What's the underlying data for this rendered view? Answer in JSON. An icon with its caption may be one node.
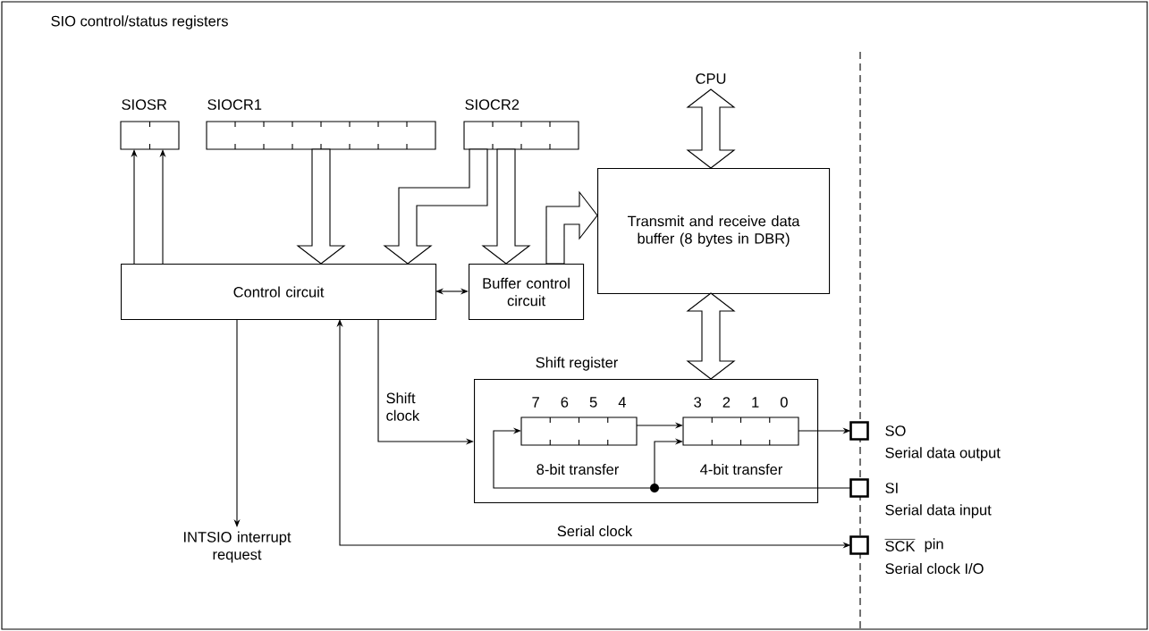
{
  "diagram": {
    "nodes": [
      {
        "text": [
          "SIOSR"
        ]
      },
      {
        "text": [
          "SIOCR1"
        ]
      },
      {
        "text": [
          "SIOCR2"
        ]
      },
      {
        "text": [
          "CPU"
        ]
      },
      {
        "text": [
          "Control circuit"
        ]
      },
      {
        "text": [
          "Buffer control circuit"
        ]
      },
      {
        "text": [
          "Transmit and receive data buffer (8 bytes in DBR)"
        ]
      },
      {
        "text": [
          "Shift register"
        ]
      },
      {
        "text": [
          "7",
          "6",
          "5",
          "4"
        ],
        "in": 7
      },
      {
        "text": [
          "3",
          "2",
          "1",
          "0"
        ],
        "in": 7
      },
      {
        "text": [],
        "shape": "box",
        "beside": [
          "SO",
          "Serial data output"
        ]
      },
      {
        "text": [],
        "shape": "box",
        "beside": [
          "SI",
          "Serial data input"
        ]
      },
      {
        "text": [],
        "shape": "box",
        "beside": [
          "SCK",
          "pin",
          "Serial clock I/O"
        ]
      },
      {
        "text": [
          "INTSIO interrupt request"
        ]
      },
      {
        "text": [],
        "shape": "circle",
        "in": 7
      }
    ],
    "edges": [
      {
        "from": 4,
        "to": 0,
        "arrow": "to"
      },
      {
        "from": 4,
        "to": 0,
        "arrow": "to"
      },
      {
        "from": 1,
        "to": 4,
        "arrow": "to",
        "style": "thick"
      },
      {
        "from": 2,
        "to": 4,
        "arrow": "to",
        "style": "thick"
      },
      {
        "from": 2,
        "to": 5,
        "arrow": "to",
        "style": "thick"
      },
      {
        "from": 5,
        "to": 6,
        "arrow": "to",
        "style": "thick"
      },
      {
        "from": 4,
        "to": 5,
        "arrow": "both"
      },
      {
        "from": 3,
        "to": 6,
        "arrow": "both",
        "style": "thick"
      },
      {
        "from": 6,
        "to": 7,
        "arrow": "both",
        "style": "thick"
      },
      {
        "from": 4,
        "to": 13,
        "arrow": "to"
      },
      {
        "from": 4,
        "to": 7,
        "arrow": "to",
        "label": "Shift clock"
      },
      {
        "from": 4,
        "to": 12,
        "arrow": "both",
        "label": "Serial clock"
      },
      {
        "from": 8,
        "to": 9,
        "arrow": "to"
      },
      {
        "from": 9,
        "to": 10,
        "arrow": "to"
      },
      {
        "from": 11,
        "to": 14,
        "arrow": "none"
      },
      {
        "from": 14,
        "to": 8,
        "arrow": "to"
      },
      {
        "from": 14,
        "to": 9,
        "arrow": "to"
      }
    ],
    "labels": [
      "SIO control/status registers",
      "8-bit transfer",
      "4-bit transfer"
    ]
  }
}
